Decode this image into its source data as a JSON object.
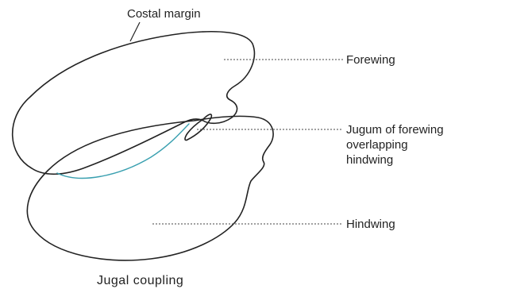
{
  "labels": {
    "costal_margin": "Costal margin",
    "forewing": "Forewing",
    "jugum_line1": "Jugum of forewing",
    "jugum_line2": "overlapping",
    "jugum_line3": "hindwing",
    "hindwing": "Hindwing"
  },
  "caption": "Jugal coupling",
  "colors": {
    "outline": "#222222",
    "overlap_edge": "#3aa0b0"
  }
}
